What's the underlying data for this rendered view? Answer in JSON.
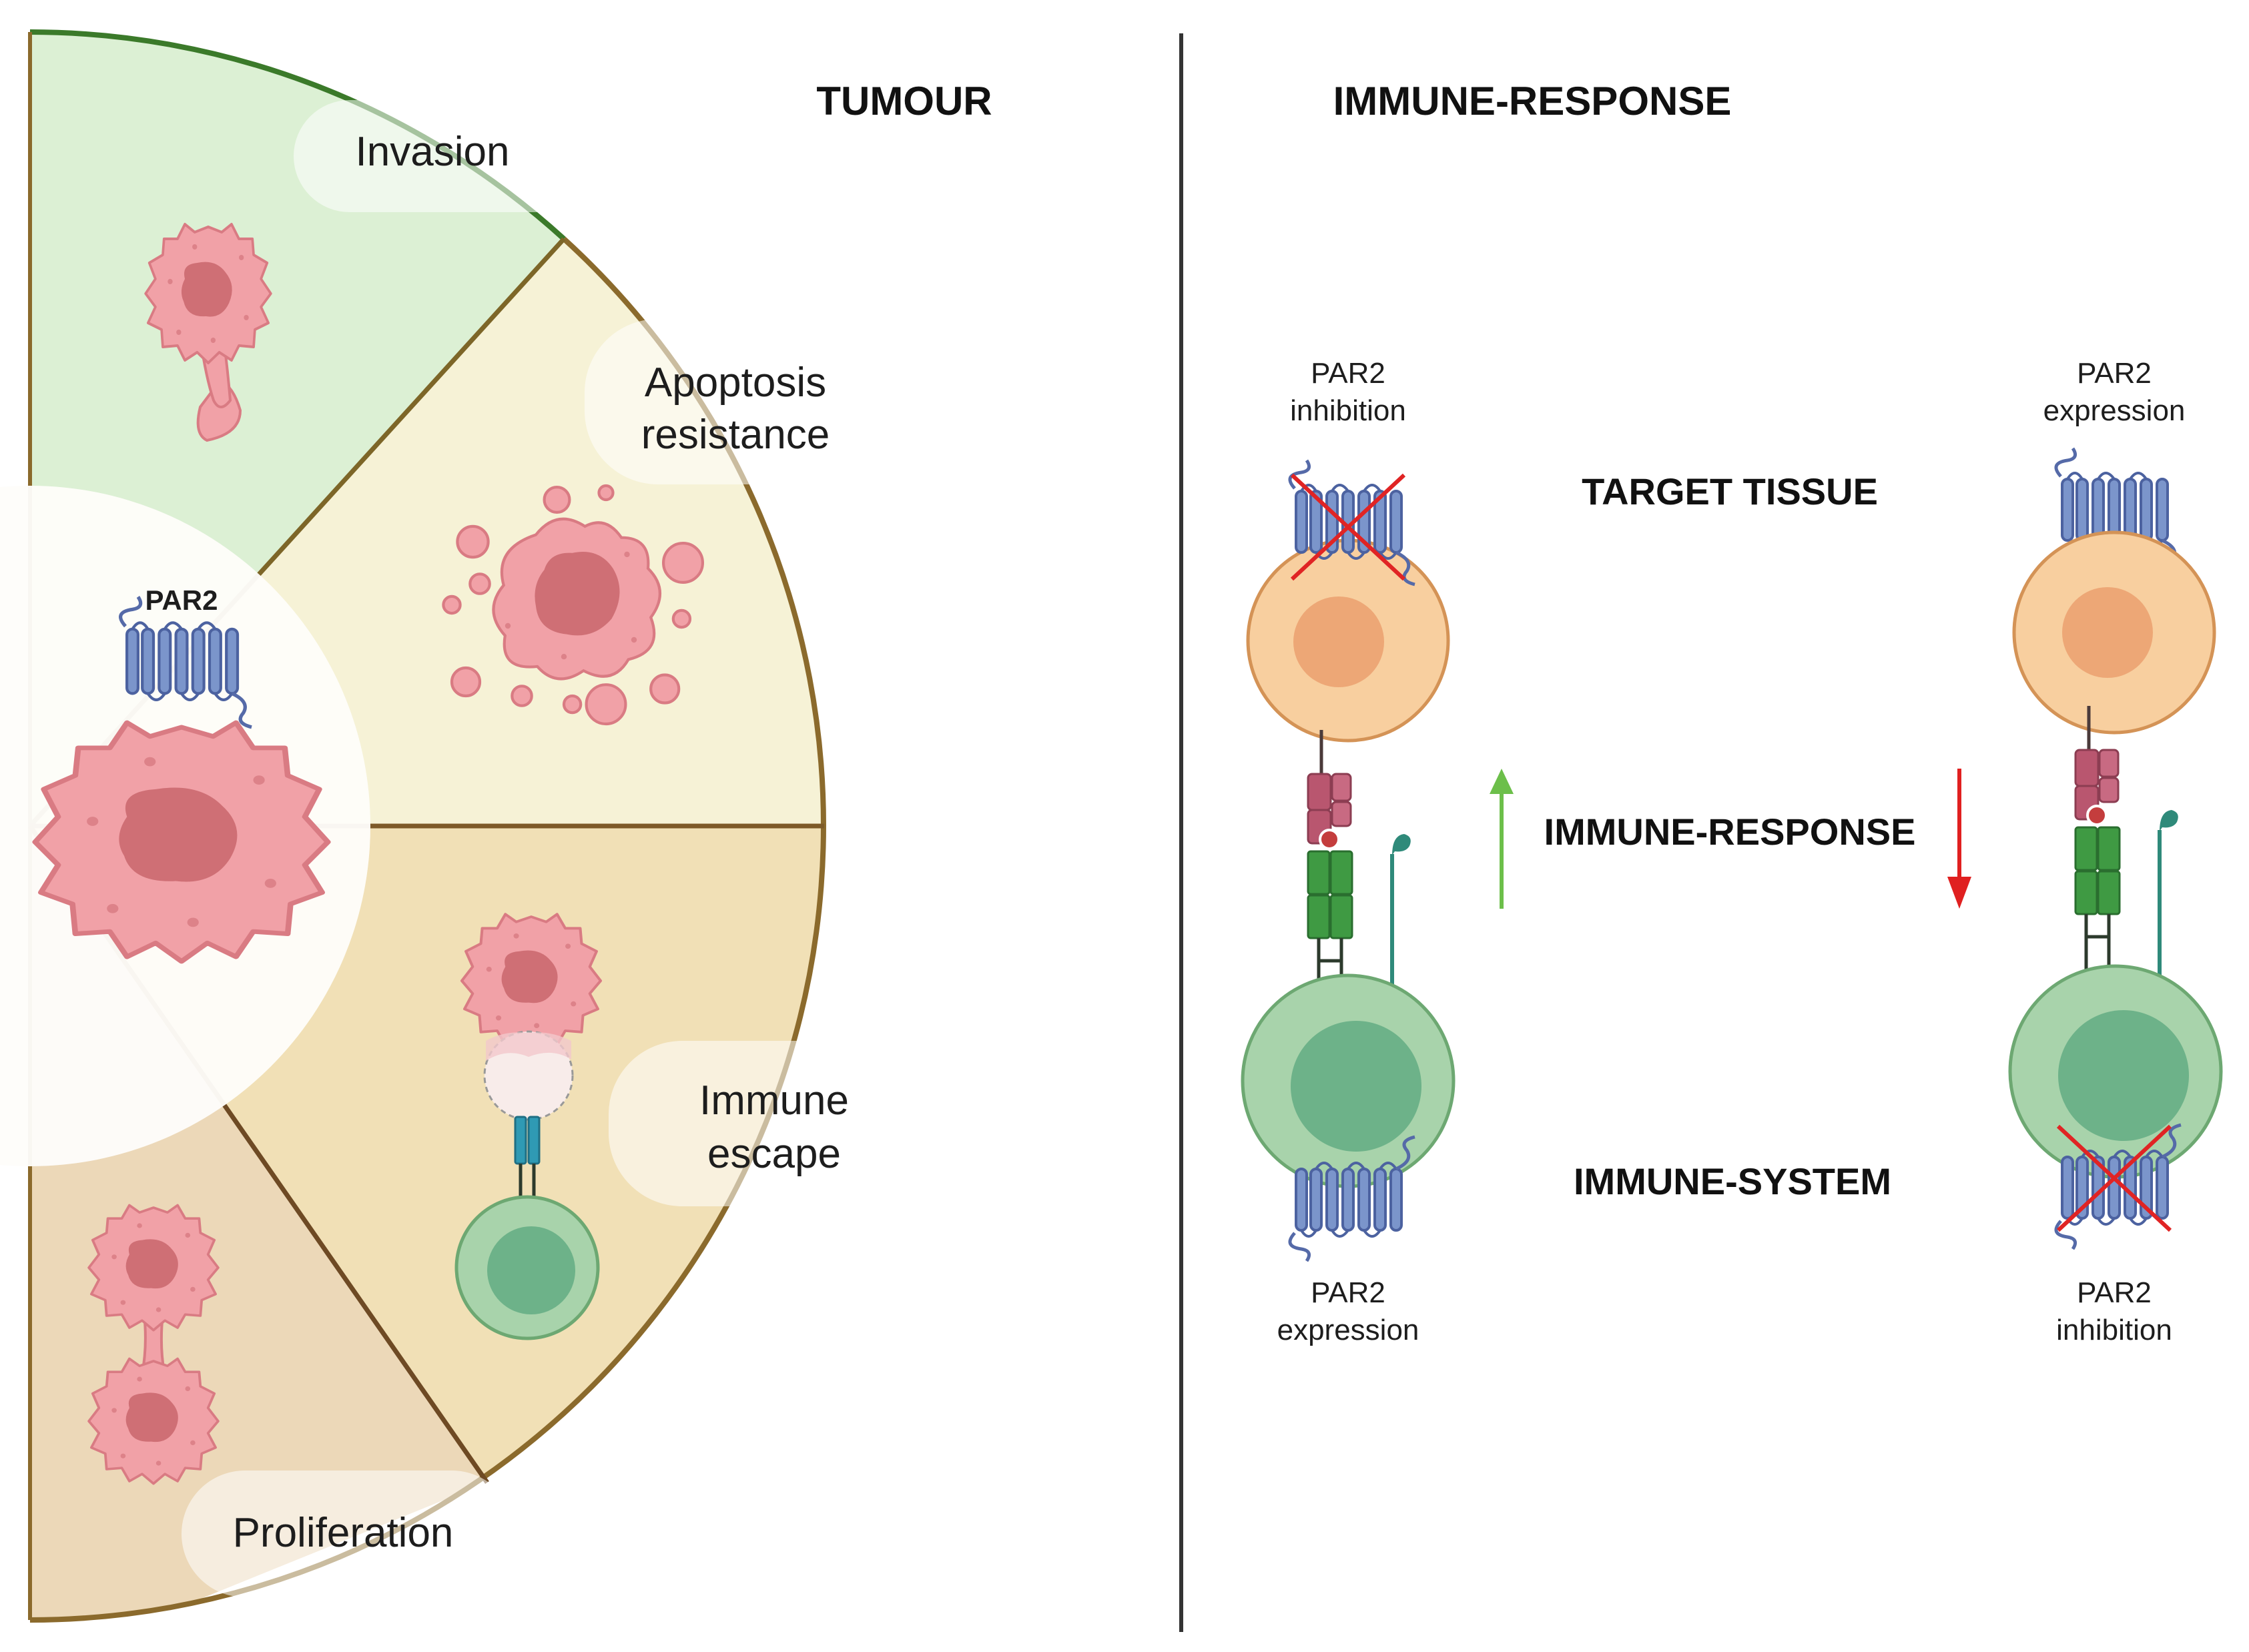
{
  "tumour": {
    "heading": "TUMOUR",
    "center_label": "PAR2",
    "sectors": [
      {
        "id": "invasion",
        "label_lines": [
          "Invasion"
        ]
      },
      {
        "id": "apoptosis",
        "label_lines": [
          "Apoptosis",
          "resistance"
        ]
      },
      {
        "id": "immune",
        "label_lines": [
          "Immune",
          "escape"
        ]
      },
      {
        "id": "proliferation",
        "label_lines": [
          "Proliferation"
        ]
      }
    ]
  },
  "immune": {
    "heading": "IMMUNE-RESPONSE",
    "row_labels": {
      "target": "TARGET TISSUE",
      "response": "IMMUNE-RESPONSE",
      "system": "IMMUNE-SYSTEM"
    },
    "left_column": {
      "top": [
        "PAR2",
        "inhibition"
      ],
      "bottom": [
        "PAR2",
        "expression"
      ],
      "arrow": "up",
      "arrow_color": "#6cbf4a"
    },
    "right_column": {
      "top": [
        "PAR2",
        "expression"
      ],
      "bottom": [
        "PAR2",
        "inhibition"
      ],
      "arrow": "down",
      "arrow_color": "#e02020"
    }
  },
  "colors": {
    "invasion": "#dcf0d4",
    "apoptosis": "#f6f2d6",
    "immune": "#f1e0b6",
    "proliferation": "#ecd8b8",
    "tumour_cell": "#f1a1a7",
    "tumour_nucleus": "#cf6f75",
    "receptor": "#7b95cb",
    "target_cell": "#f8cf9f",
    "immune_cell": "#a8d3ab",
    "immune_nucleus": "#6db289"
  }
}
